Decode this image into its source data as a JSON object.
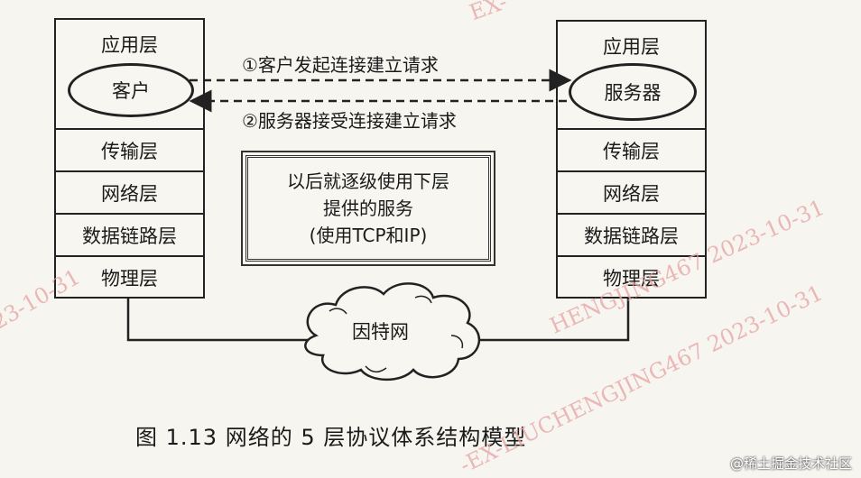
{
  "left_stack": {
    "app_layer": "应用层",
    "endpoint": "客户",
    "layers": [
      "传输层",
      "网络层",
      "数据链路层",
      "物理层"
    ]
  },
  "right_stack": {
    "app_layer": "应用层",
    "endpoint": "服务器",
    "layers": [
      "传输层",
      "网络层",
      "数据链路层",
      "物理层"
    ]
  },
  "requests": {
    "step1": "①客户发起连接建立请求",
    "step2": "②服务器接受连接建立请求"
  },
  "center_note": {
    "line1": "以后就逐级使用下层",
    "line2": "提供的服务",
    "line3": "(使用TCP和IP)"
  },
  "cloud_label": "因特网",
  "caption": "图 1.13    网络的 5 层协议体系结构模型",
  "watermarks": {
    "top": "EX-",
    "left": "23-10-31",
    "right": "HENGJING467 2023-10-31",
    "bottom": "-EX-LIUCHENGJING467 2023-10-31"
  },
  "brand": "@稀土掘金技术社区"
}
